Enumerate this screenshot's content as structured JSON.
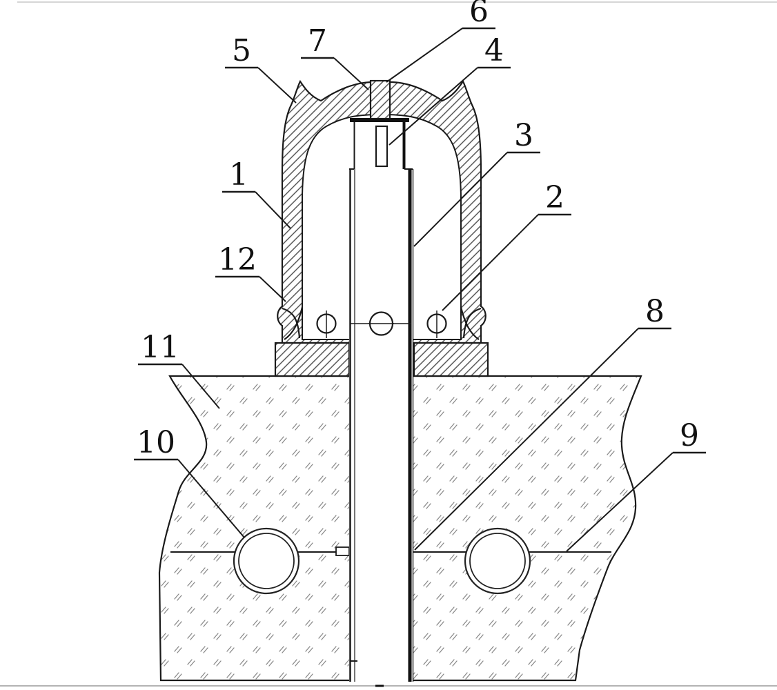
{
  "diagram": {
    "labels": {
      "1": "1",
      "2": "2",
      "3": "3",
      "4": "4",
      "5": "5",
      "6": "6",
      "7": "7",
      "8": "8",
      "9": "9",
      "10": "10",
      "11": "11",
      "12": "12"
    },
    "colors": {
      "outline": "#1a1a1a",
      "hatch": "#4a4a4a",
      "ground_marks": "#8a8a8a",
      "background": "#ffffff"
    }
  }
}
